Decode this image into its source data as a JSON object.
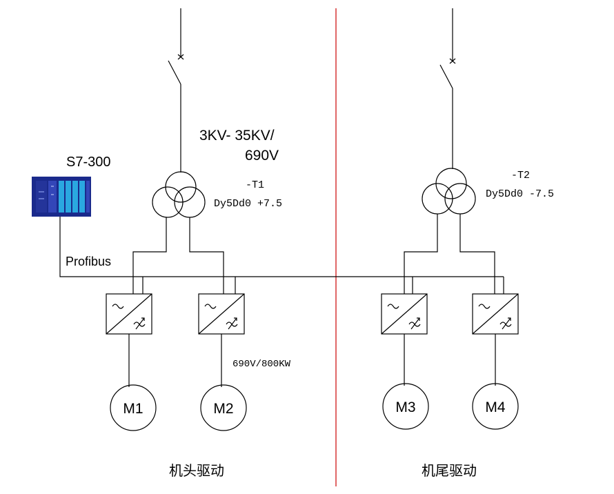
{
  "supply": {
    "voltage_line1": "3KV- 35KV/",
    "voltage_line2": "690V"
  },
  "plc": {
    "label": "S7-300"
  },
  "bus": {
    "label": "Profibus"
  },
  "transformers": [
    {
      "tag": "-T1",
      "vector_group": "Dy5Dd0 +7.5"
    },
    {
      "tag": "-T2",
      "vector_group": "Dy5Dd0 -7.5"
    }
  ],
  "drive_rating": "690V/800KW",
  "motors": [
    "M1",
    "M2",
    "M3",
    "M4"
  ],
  "sections": {
    "head": "机头驱动",
    "tail": "机尾驱动"
  },
  "colors": {
    "line": "#000000",
    "divider": "#cc0000",
    "plc_blue": "#1a2a8c",
    "plc_module": "#2aa8e0"
  }
}
